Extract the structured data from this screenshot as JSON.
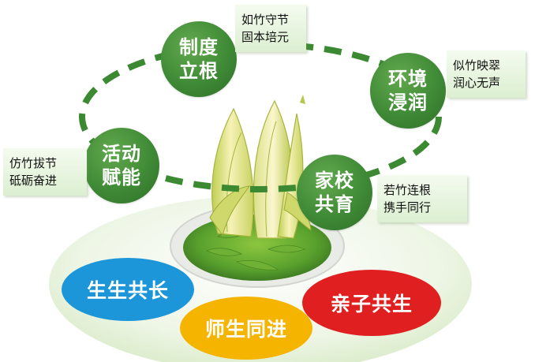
{
  "nodes": {
    "system": {
      "line1": "制度",
      "line2": "立根"
    },
    "environment": {
      "line1": "环境",
      "line2": "浸润"
    },
    "activity": {
      "line1": "活动",
      "line2": "赋能"
    },
    "homeschool": {
      "line1": "家校",
      "line2": "共育"
    }
  },
  "notes": {
    "system": {
      "line1": "如竹守节",
      "line2": "固本培元"
    },
    "environment": {
      "line1": "似竹映翠",
      "line2": "润心无声"
    },
    "activity": {
      "line1": "仿竹拔节",
      "line2": "砥砺奋进"
    },
    "homeschool": {
      "line1": "若竹连根",
      "line2": "携手同行"
    }
  },
  "pills": {
    "students": "生生共长",
    "teachers": "师生同进",
    "parents": "亲子共生"
  },
  "colors": {
    "node_green": "#3f8a36",
    "dash_green": "#3b8a32",
    "pill_blue": "#1c96d9",
    "pill_yellow": "#f5b400",
    "pill_red": "#e02020",
    "base_green": "#e8f3dc"
  }
}
